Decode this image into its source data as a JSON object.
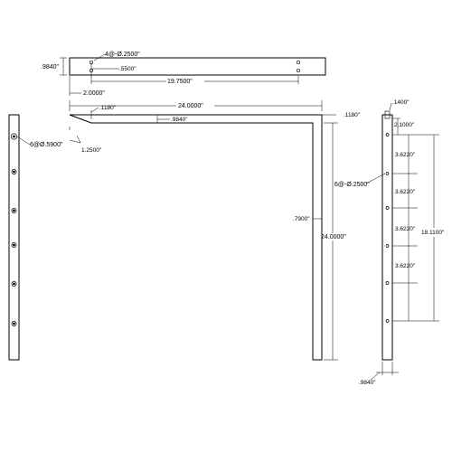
{
  "top_view": {
    "holes_note": "4@-Ø.2500\"",
    "thickness": ".9840\"",
    "hole_spacing": ".5500\"",
    "hole_to_hole": "19.7500\"",
    "end_offset": "2.0000\""
  },
  "front_view": {
    "overall_width": "24.0000\"",
    "taper_thickness": ".1180\"",
    "bar_depth": ".9840\"",
    "corner_thickness": ".1180\"",
    "leg_width": ".7900\"",
    "overall_height": "24.0000\"",
    "taper_length": "1.2500\""
  },
  "left_view": {
    "holes_note": "6@Ø.5900\""
  },
  "right_view": {
    "top_width": ".1400\"",
    "first_hole": "2.1000\"",
    "holes_note": "6@-Ø.2500\"",
    "spacing_1": "3.6220\"",
    "spacing_2": "3.6220\"",
    "spacing_3": "3.6220\"",
    "spacing_4": "3.6220\"",
    "total_span": "18.1100\"",
    "bottom_width": ".9840\""
  }
}
